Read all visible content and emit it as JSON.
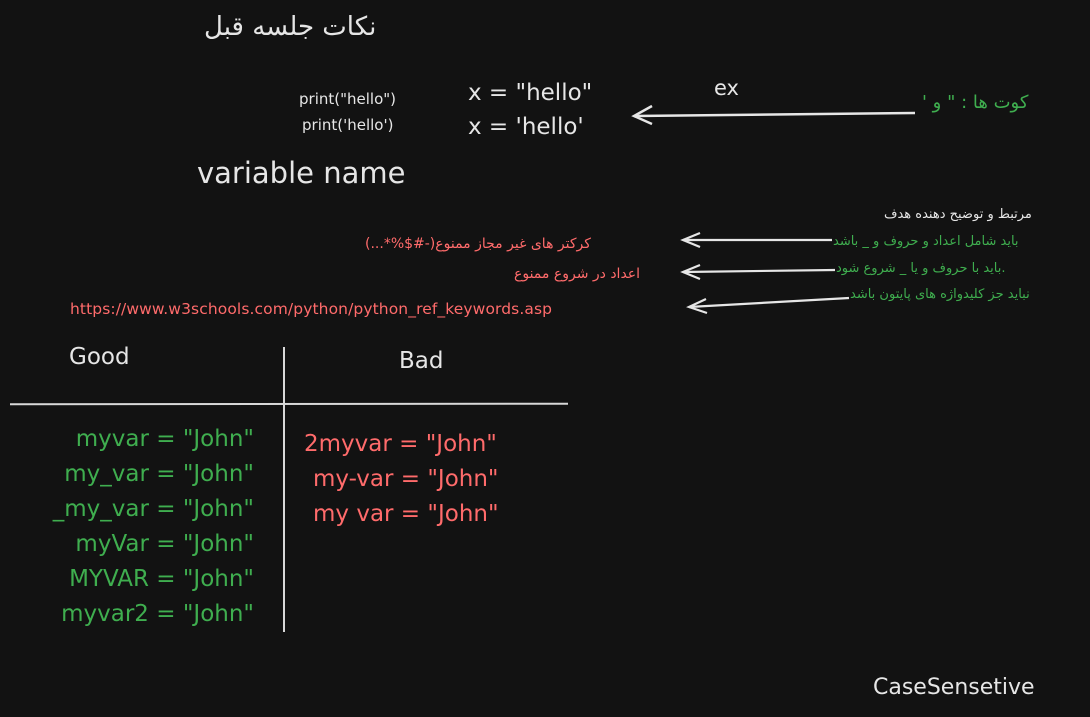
{
  "title": "نکات جلسه قبل",
  "quotes": {
    "print_double": "print(\"hello\")",
    "print_single": "print('hello')",
    "assign_double": "x = \"hello\"",
    "assign_single": "x = 'hello'",
    "ex_label": "ex",
    "quotes_label": "کوت ها : \" و '"
  },
  "variable_heading": "variable name",
  "rules": {
    "header": "مرتبط و توضیح دهنده هدف",
    "rule1": "باید شامل اعداد و حروف و _ باشد",
    "rule1_note": "کرکتر های غیر مجاز ممنوع(-#$%*...)",
    "rule2": ".باید با حروف و یا _ شروع شود",
    "rule2_note": "اعداد در شروع ممنوع",
    "rule3": "نباید جز کلیدواژه های پایتون باشد",
    "rule3_note": "https://www.w3schools.com/python/python_ref_keywords.asp"
  },
  "table": {
    "good_header": "Good",
    "bad_header": "Bad",
    "good": [
      "myvar = \"John\"",
      "my_var = \"John\"",
      "_my_var = \"John\"",
      "myVar = \"John\"",
      "MYVAR = \"John\"",
      "myvar2 = \"John\""
    ],
    "bad": [
      "2myvar = \"John\"",
      "my-var = \"John\"",
      "my var = \"John\""
    ]
  },
  "footer": "CaseSensetive",
  "colors": {
    "background": "#121212",
    "text": "#e6e6e6",
    "good": "#3fae4f",
    "bad": "#ff6b6b"
  }
}
